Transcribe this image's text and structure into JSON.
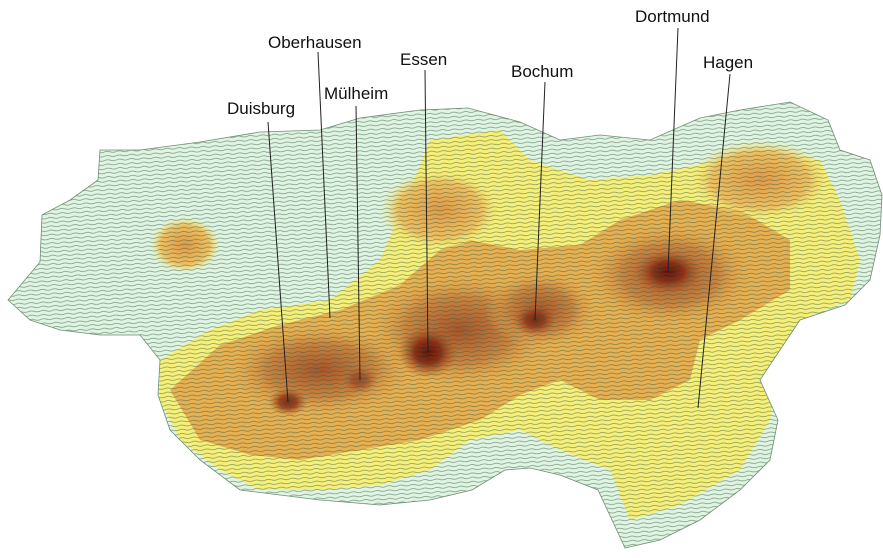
{
  "map": {
    "colors": {
      "background": "#ffffff",
      "lowland": "#dff4e2",
      "contour": "#3a5a40",
      "low": "#f6f07a",
      "mid": "#e6a84c",
      "high": "#b8622a",
      "peak": "#6e1a0e",
      "leader": "#222222"
    },
    "cities": [
      {
        "id": "duisburg",
        "name": "Duisburg"
      },
      {
        "id": "oberhausen",
        "name": "Oberhausen"
      },
      {
        "id": "muelheim",
        "name": "Mülheim"
      },
      {
        "id": "essen",
        "name": "Essen"
      },
      {
        "id": "bochum",
        "name": "Bochum"
      },
      {
        "id": "dortmund",
        "name": "Dortmund"
      },
      {
        "id": "hagen",
        "name": "Hagen"
      }
    ]
  }
}
